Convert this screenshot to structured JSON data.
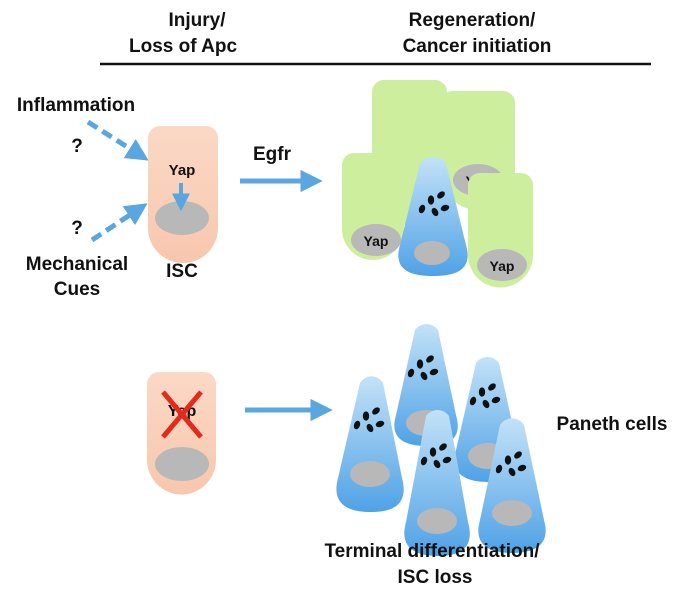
{
  "headers": {
    "left_line1": "Injury/",
    "left_line2": "Loss of Apc",
    "right_line1": "Regeneration/",
    "right_line2": "Cancer initiation"
  },
  "inputs": {
    "inflammation": "Inflammation",
    "mechanical_line1": "Mechanical",
    "mechanical_line2": "Cues",
    "unknown_mark": "?"
  },
  "stem_cell": {
    "yap_label": "Yap",
    "isc_label": "ISC"
  },
  "pathway": {
    "egfr_label": "Egfr"
  },
  "regeneration_cells": {
    "yap_label": "Yap"
  },
  "knockout": {
    "yap_label": "Yap"
  },
  "outcome": {
    "paneth_label": "Paneth cells",
    "terminal_line1": "Terminal differentiation/",
    "terminal_line2": "ISC loss"
  },
  "colors": {
    "stem_cell_fill": "#f9d0b9",
    "enterocyte_fill": "#cdee9d",
    "paneth_top": "#b7dcf5",
    "paneth_bottom": "#4ea3e6",
    "nucleus": "#b8b8b8",
    "arrow": "#5aa6e0",
    "cross": "#e42a1a"
  }
}
